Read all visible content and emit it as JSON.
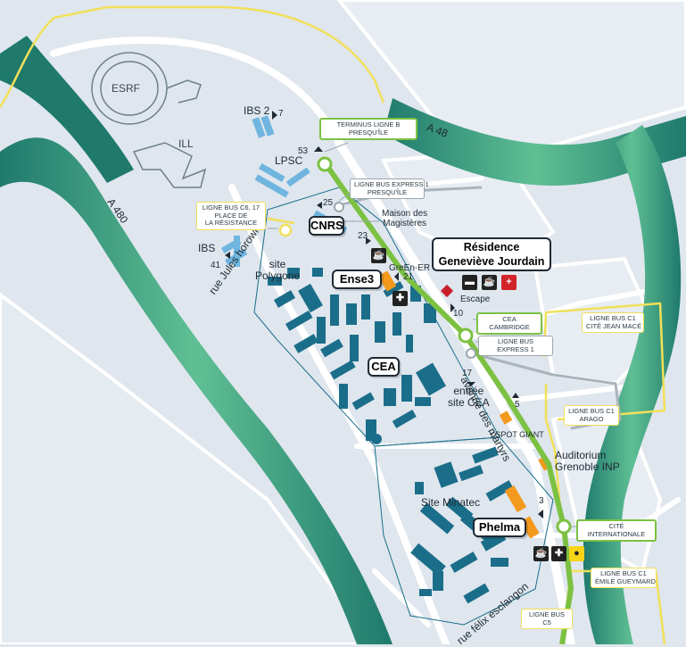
{
  "colors": {
    "background": "#dfe6ee",
    "river": "#1f7a6c",
    "river_highlight": "#5fbf94",
    "tram_line": "#7cc142",
    "bus_yellow": "#f1e05a",
    "bus_gray": "#9aa6ae",
    "building": "#1b6e8a",
    "ibs_building": "#6fb5e0",
    "accent_orange": "#f39a1e",
    "escape_red": "#c8202a"
  },
  "roads": {
    "a48": "A 48",
    "a480": "A 480",
    "avenue_martyrs": "avenue des martyrs",
    "rue_horowitz": "rue Jules horowitz",
    "rue_esclangon": "rue félix esclangon"
  },
  "places": {
    "esrf": "ESRF",
    "ill": "ILL",
    "ibs2": "IBS 2",
    "lpsc": "LPSC",
    "ibs": "IBS",
    "site_polygone": "site\nPolygone",
    "maison_magisteres": "Maison des\nMagistères",
    "green_er": "GreEn-ER",
    "escape": "Escape",
    "entree_cea": "entrée\nsite CEA",
    "yspot": "Y.SPOT GIANT",
    "auditorium": "Auditorium\nGrenoble INP",
    "minatec": "Site Minatec"
  },
  "tags": {
    "cnrs": "CNRS",
    "ense3": "Ense3",
    "cea": "CEA",
    "phelma": "Phelma",
    "residence": "Résidence\nGeneviève Jourdain"
  },
  "gates": {
    "g7": "7",
    "g53": "53",
    "g25": "25",
    "g23": "23",
    "g21": "21",
    "g41": "41",
    "g10": "10",
    "g17": "17",
    "g5": "5",
    "g3": "3"
  },
  "stops": {
    "terminus_b": "TERMINUS LIGNE B\nPRESQU'ÎLE",
    "express1_presquile": "LIGNE BUS EXPRESS 1\nPRESQU'ÎLE",
    "bus_c6": "LIGNE BUS C6, 17\nPLACE DE\nLA RÉSISTANCE",
    "cea_cambridge": "CEA CAMBRIDGE",
    "express1": "LIGNE BUS EXPRESS 1",
    "c1_jean_mace": "LIGNE BUS C1\nCITÉ JEAN MACÉ",
    "c1_arago": "LIGNE BUS C1\nARAGO",
    "cite_internationale": "CITÉ INTERNATIONALE",
    "c1_emile_gueymard": "LIGNE BUS C1\nÉMILE GUEYMARD",
    "c5": "LIGNE BUS C5"
  },
  "icons": {
    "hotel": "bed-icon",
    "coffee": "coffee-icon",
    "first_aid": "first-aid-icon",
    "restaurant": "restaurant-icon",
    "bike": "bicycle-icon"
  }
}
